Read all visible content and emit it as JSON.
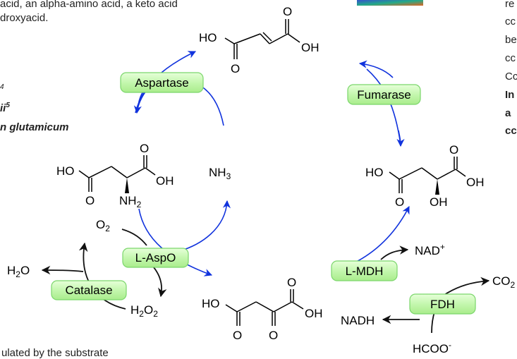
{
  "page_text": {
    "top_left_line1": "acid, an alpha-amino acid, a keto acid",
    "top_left_line2": "droxyacid.",
    "sup_4": "4",
    "left_line_a": "ii",
    "sup_5": "5",
    "left_line_b": "n glutamicum",
    "bottom_left": "ulated by the substrate",
    "right_col": [
      "re",
      "cc",
      "be",
      "cc",
      "Cc",
      "In",
      "a",
      "cc"
    ]
  },
  "enzymes": {
    "aspartase": "Aspartase",
    "fumarase": "Fumarase",
    "laspo": "L-AspO",
    "lmdh": "L-MDH",
    "catalase": "Catalase",
    "fdh": "FDH"
  },
  "molecules": {
    "ho": "HO",
    "oh": "OH",
    "o": "O",
    "nh": "NH",
    "sub2": "2",
    "sub3": "3",
    "o2_main": "O",
    "h2o_h": "H",
    "h2o_o": "O",
    "h2o2_h": "H",
    "h2o2_o": "O",
    "nad": "NAD",
    "plus": "+",
    "nadh": "NADH",
    "co": "CO",
    "hcoo": "HCOO",
    "minus": "-"
  },
  "colors": {
    "blue_arrow": "#1133dd",
    "enzyme_fill": "#c4f7ae",
    "enzyme_border": "#7bd66b"
  }
}
